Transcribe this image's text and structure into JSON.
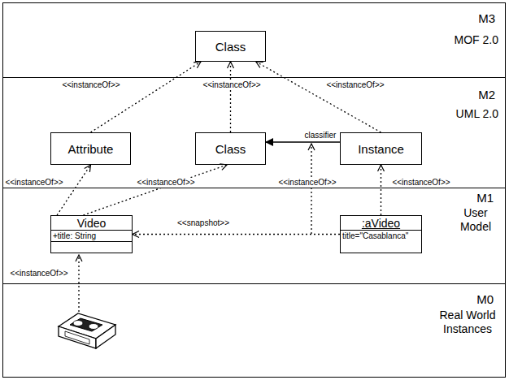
{
  "diagram": {
    "nodes": [
      {
        "text": [
          "M3",
          "MOF 2.0"
        ]
      },
      {
        "text": [
          "Class"
        ],
        "in": 0
      },
      {
        "text": [
          "M2",
          "UML 2.0"
        ]
      },
      {
        "text": [
          "Attribute"
        ],
        "in": 2
      },
      {
        "text": [
          "Class"
        ],
        "in": 2
      },
      {
        "text": [
          "Instance"
        ],
        "in": 2
      },
      {
        "text": [
          "M1",
          "User Model"
        ]
      },
      {
        "text": [
          "Video",
          "+title: String"
        ],
        "in": 6
      },
      {
        "text": [
          ":aVideo",
          "title=\"Casablanca\""
        ],
        "in": 6
      },
      {
        "text": [
          "M0",
          "Real World Instances"
        ]
      }
    ],
    "edges": [
      {
        "from": 3,
        "to": 1,
        "label": "<<instanceOf>>",
        "arrow": "to"
      },
      {
        "from": 4,
        "to": 1,
        "label": "<<instanceOf>>",
        "arrow": "to"
      },
      {
        "from": 5,
        "to": 1,
        "label": "<<instanceOf>>",
        "arrow": "to"
      },
      {
        "from": 5,
        "to": 4,
        "label": "classifier",
        "arrow": "to"
      },
      {
        "from": 7,
        "to": 3,
        "label": "<<instanceOf>>",
        "arrow": "to"
      },
      {
        "from": 7,
        "to": 4,
        "label": "<<instanceOf>>",
        "arrow": "to"
      },
      {
        "from": 8,
        "to": 7,
        "label": "<<snapshot>>",
        "arrow": "to"
      },
      {
        "from": 8,
        "to": 5,
        "label": "<<instanceOf>>",
        "arrow": "to"
      }
    ],
    "labels": [
      "<<instanceOf>>",
      "<<instanceOf>>"
    ]
  }
}
